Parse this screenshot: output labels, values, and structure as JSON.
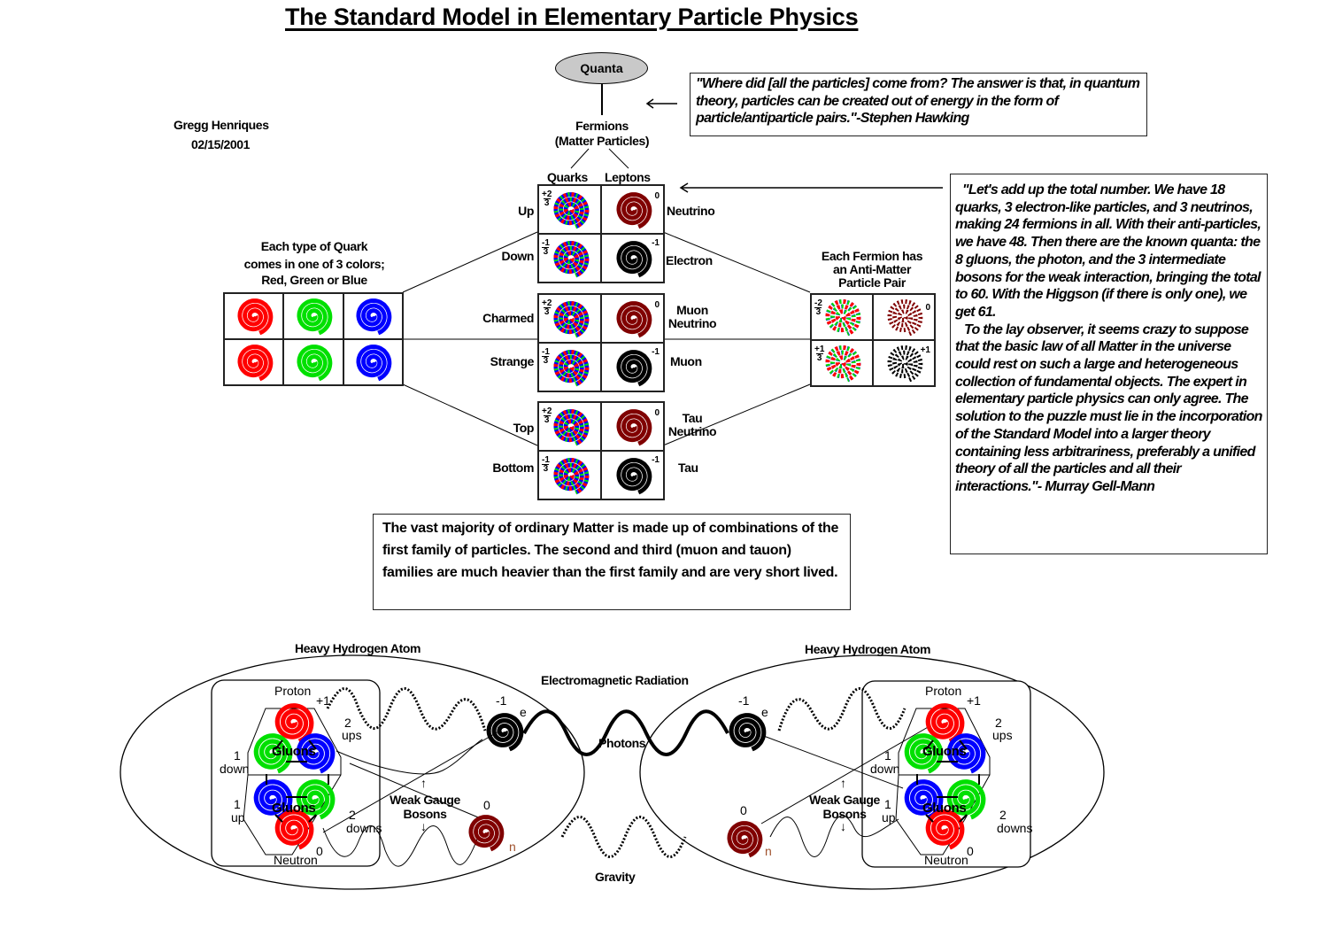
{
  "title": "The Standard Model in Elementary Particle Physics",
  "author": {
    "name": "Gregg Henriques",
    "date": "02/15/2001"
  },
  "top": {
    "quanta": "Quanta",
    "fermions": "Fermions",
    "fermions_sub": "(Matter Particles)",
    "col_quarks": "Quarks",
    "col_leptons": "Leptons"
  },
  "hawking_quote": "\"Where did [all the particles] come from? The answer is that, in quantum theory, particles can be created out of energy in the form of particle/antiparticle pairs.\"-Stephen Hawking",
  "gellmann_quote": {
    "p1": "\"Let's add up the total number. We have 18 quarks, 3 electron-like particles, and 3 neutrinos, making 24 fermions in all. With their anti-particles, we have 48. Then there are the known quanta: the 8 gluons, the photon, and the 3 intermediate bosons for the weak interaction, bringing the total to 60. With the Higgson (if there is only one), we get 61.",
    "p2": "To the lay observer, it seems crazy to suppose that the basic law of all Matter in the universe could rest on such a large and heterogeneous collection of fundamental objects. The expert in elementary particle physics can only agree. The solution to the puzzle must lie in the incorporation of the Standard Model into a larger theory containing less arbitrariness, preferably a unified theory of all the particles and all their interactions.\"- Murray Gell-Mann"
  },
  "quark_colors": {
    "caption_1": "Each type of Quark",
    "caption_2": "comes in one of 3 colors;",
    "caption_3": "Red, Green or Blue",
    "colors": [
      "#ff0000",
      "#00e000",
      "#0000ff"
    ]
  },
  "antimatter": {
    "caption_1": "Each Fermion has",
    "caption_2": "an Anti-Matter",
    "caption_3": "Particle Pair",
    "charges": {
      "anti_up_num": "-2",
      "anti_up_den": "3",
      "anti_neutrino": "0",
      "anti_down_num": "+1",
      "anti_down_den": "3",
      "anti_electron": "+1"
    }
  },
  "families": [
    {
      "quark_top": {
        "name": "Up",
        "charge_num": "+2",
        "charge_den": "3"
      },
      "quark_bottom": {
        "name": "Down",
        "charge_num": "-1",
        "charge_den": "3"
      },
      "lepton_top": {
        "name": "Neutrino",
        "charge": "0"
      },
      "lepton_bottom": {
        "name": "Electron",
        "charge": "-1"
      }
    },
    {
      "quark_top": {
        "name": "Charmed",
        "charge_num": "+2",
        "charge_den": "3"
      },
      "quark_bottom": {
        "name": "Strange",
        "charge_num": "-1",
        "charge_den": "3"
      },
      "lepton_top": {
        "name": "Muon Neutrino",
        "name_1": "Muon",
        "name_2": "Neutrino",
        "charge": "0"
      },
      "lepton_bottom": {
        "name": "Muon",
        "charge": "-1"
      }
    },
    {
      "quark_top": {
        "name": "Top",
        "charge_num": "+2",
        "charge_den": "3"
      },
      "quark_bottom": {
        "name": "Bottom",
        "charge_num": "-1",
        "charge_den": "3"
      },
      "lepton_top": {
        "name": "Tau Neutrino",
        "name_1": "Tau",
        "name_2": "Neutrino",
        "charge": "0"
      },
      "lepton_bottom": {
        "name": "Tau",
        "charge": "-1"
      }
    }
  ],
  "matter_note": "The vast majority of ordinary Matter is made up of combinations of the first family of particles. The second and third (muon and tauon) families are much heavier than the first family and are very short lived.",
  "atoms": {
    "left_title": "Heavy Hydrogen Atom",
    "right_title": "Heavy Hydrogen Atom",
    "em_radiation": "Electromagnetic Radiation",
    "photons": "Photons",
    "gravity": "Gravity",
    "weak_1": "Weak Gauge",
    "weak_2": "Bosons",
    "proton": "Proton",
    "neutron": "Neutron",
    "proton_charge": "+1",
    "neutron_charge": "0",
    "gluons": "Gluons",
    "ups_num": "2",
    "ups": "ups",
    "down_num": "1",
    "down": "down",
    "up_num": "1",
    "up": "up",
    "downs_num": "2",
    "downs": "downs",
    "electron_charge": "-1",
    "electron_symbol": "e",
    "neutrino_charge": "0",
    "neutrino_symbol": "n"
  },
  "colors": {
    "red": "#ff0000",
    "green": "#00e000",
    "blue": "#0000ff",
    "neutrino": "#800000",
    "electron": "#000000",
    "quanta_fill": "#c9c9c9",
    "n_label": "#a0522d"
  }
}
